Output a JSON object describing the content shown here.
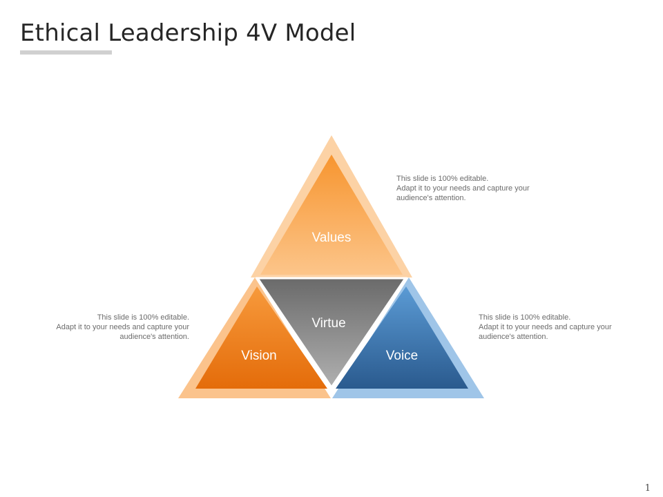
{
  "slide": {
    "title": "Ethical Leadership 4V Model",
    "page_number": "1"
  },
  "diagram": {
    "top": {
      "label": "Values"
    },
    "center": {
      "label": "Virtue"
    },
    "left": {
      "label": "Vision"
    },
    "right": {
      "label": "Voice"
    }
  },
  "captions": {
    "values": "This slide is 100% editable.\n Adapt it to your needs and capture your audience's attention.",
    "vision": "This slide is 100% editable.\nAdapt it to your needs and capture your audience's attention.",
    "voice": "This slide is 100% editable.\n Adapt it to your needs and capture your audience's attention."
  },
  "colors": {
    "orange_light": "#fbc98f",
    "orange_mid": "#f7a14a",
    "orange_dark": "#e67316",
    "blue_light": "#9dc3e6",
    "blue_mid": "#5b9bd5",
    "blue_dark": "#2e5f94",
    "gray_light": "#a6a6a6",
    "gray_dark": "#6e6e6e"
  }
}
